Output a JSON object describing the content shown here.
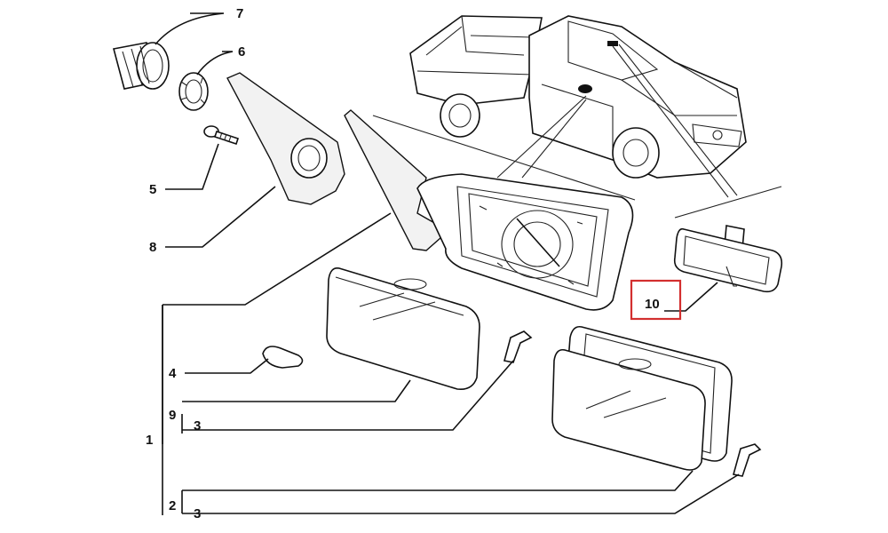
{
  "callouts": {
    "c1": "1",
    "c2": "2",
    "c3a": "3",
    "c3b": "3",
    "c4": "4",
    "c5": "5",
    "c6": "6",
    "c7": "7",
    "c8": "8",
    "c9": "9",
    "c10": "10"
  },
  "highlight": {
    "color": "#d32f2f"
  }
}
